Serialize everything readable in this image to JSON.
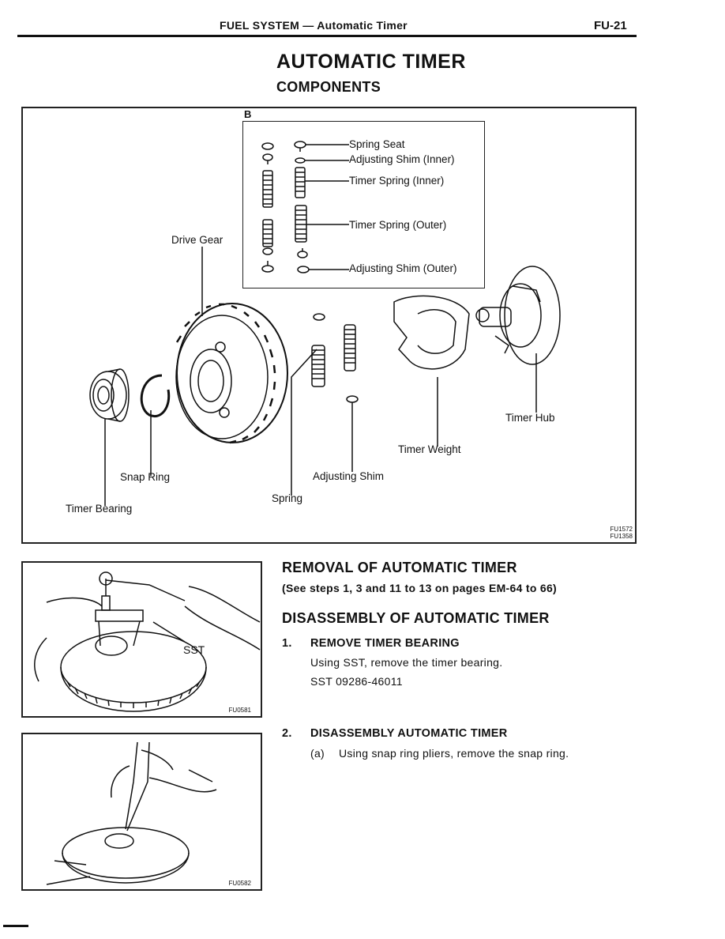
{
  "header": {
    "section": "FUEL SYSTEM — Automatic Timer",
    "page": "FU-21"
  },
  "title": "AUTOMATIC TIMER",
  "subtitle": "COMPONENTS",
  "diagram": {
    "inset_label": "B",
    "inset_callouts": [
      "Spring Seat",
      "Adjusting Shim (Inner)",
      "Timer Spring (Inner)",
      "Timer Spring (Outer)",
      "Adjusting Shim (Outer)"
    ],
    "callouts": {
      "drive_gear": "Drive Gear",
      "timer_hub": "Timer Hub",
      "timer_weight": "Timer Weight",
      "snap_ring": "Snap Ring",
      "adjusting_shim": "Adjusting Shim",
      "spring": "Spring",
      "timer_bearing": "Timer Bearing"
    },
    "codes": [
      "FU1572",
      "FU1358"
    ]
  },
  "figures": [
    {
      "code": "FU0581",
      "label": "SST"
    },
    {
      "code": "FU0582"
    }
  ],
  "removal": {
    "heading": "REMOVAL OF AUTOMATIC TIMER",
    "note": "(See steps 1, 3 and 11 to 13 on pages EM-64 to 66)"
  },
  "disassembly": {
    "heading": "DISASSEMBLY OF AUTOMATIC TIMER",
    "steps": [
      {
        "num": "1.",
        "title": "REMOVE TIMER BEARING",
        "lines": [
          "Using SST, remove the timer bearing.",
          "SST 09286-46011"
        ]
      },
      {
        "num": "2.",
        "title": "DISASSEMBLY AUTOMATIC TIMER",
        "sub": [
          {
            "mark": "(a)",
            "text": "Using snap ring pliers, remove the snap ring."
          }
        ]
      }
    ]
  }
}
